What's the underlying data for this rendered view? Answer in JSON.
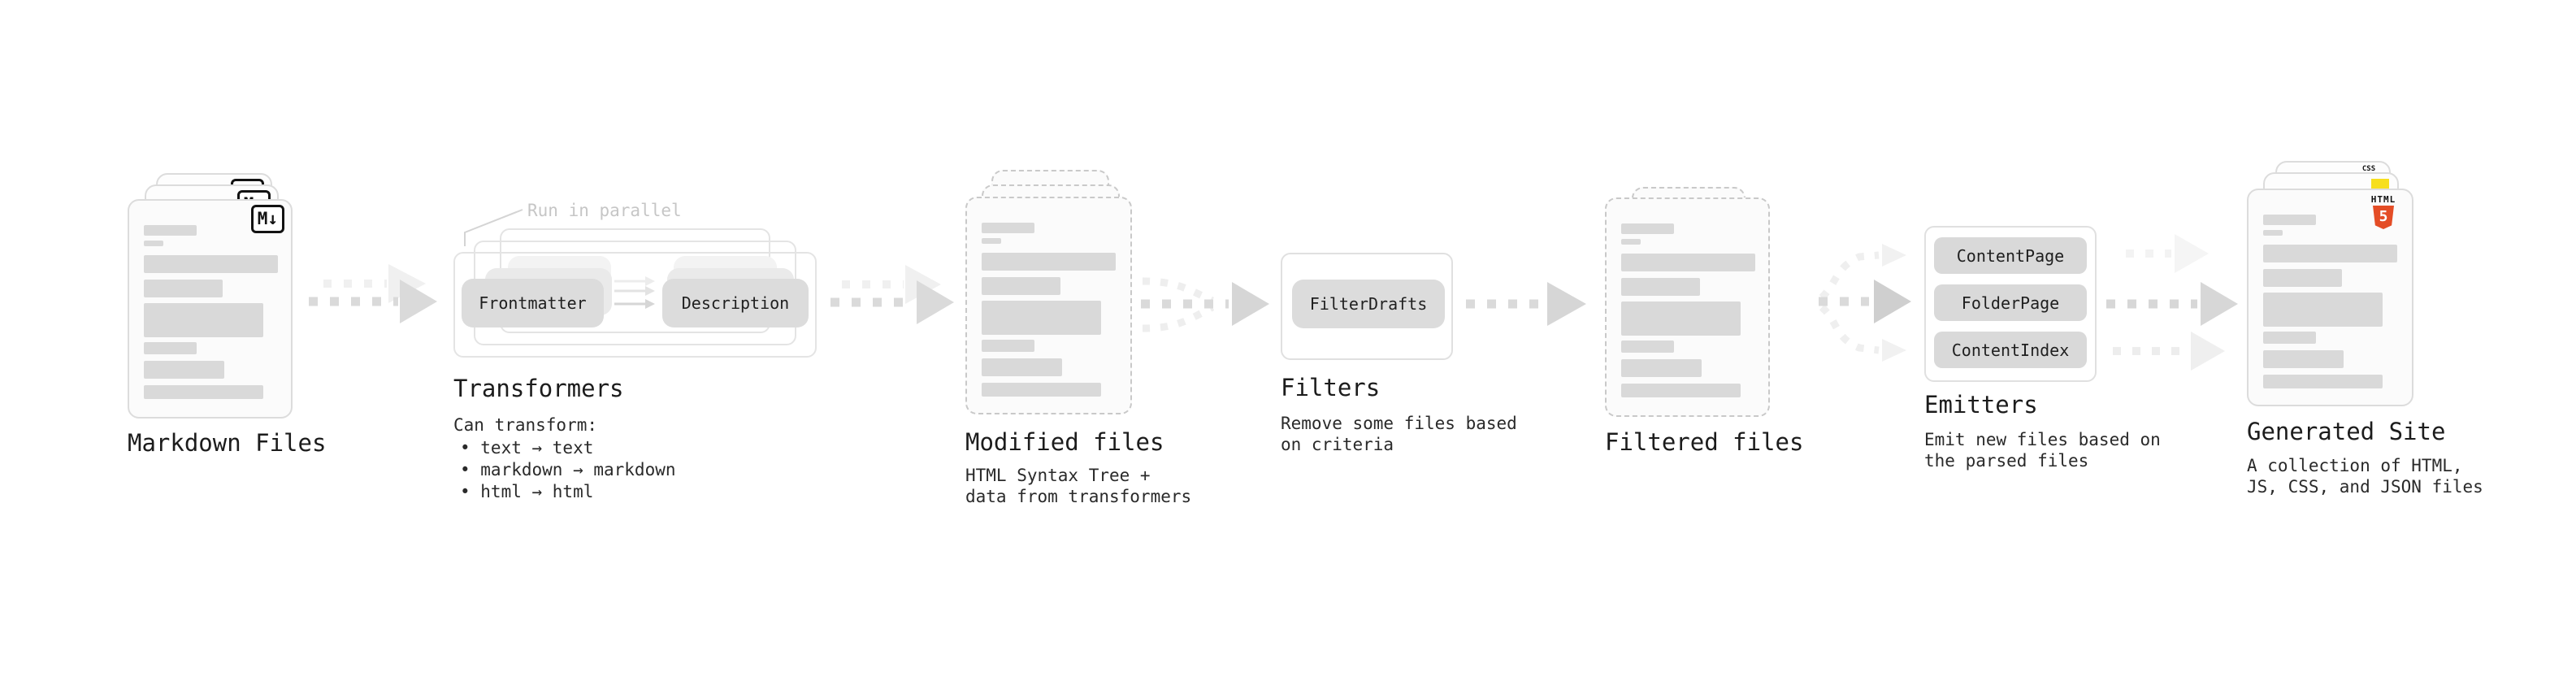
{
  "diagram": {
    "nodes": {
      "markdown_files": {
        "label": "Markdown Files",
        "badge_icon": "M↓"
      },
      "transformers": {
        "label": "Transformers",
        "annotation": "Run in parallel",
        "transformer1": "Frontmatter",
        "transformer2": "Description",
        "desc_title": "Can transform:",
        "bullet1": "• text → text",
        "bullet2": "• markdown → markdown",
        "bullet3": "• html → html"
      },
      "modified_files": {
        "label": "Modified files",
        "desc_line1": "HTML Syntax Tree +",
        "desc_line2": "data from transformers"
      },
      "filters": {
        "label": "Filters",
        "filter1": "FilterDrafts",
        "desc_line1": "Remove some files based",
        "desc_line2": "on criteria"
      },
      "filtered_files": {
        "label": "Filtered files"
      },
      "emitters": {
        "label": "Emitters",
        "emitter1": "ContentPage",
        "emitter2": "FolderPage",
        "emitter3": "ContentIndex",
        "desc_line1": "Emit new files based on",
        "desc_line2": "the parsed files"
      },
      "generated_site": {
        "label": "Generated Site",
        "desc_line1": "A collection of HTML,",
        "desc_line2": "JS, CSS, and JSON files",
        "html5_icon_word": "HTML",
        "html5_icon_number": "5",
        "css_icon_word": "CSS"
      }
    },
    "colors": {
      "html5_orange": "#e44d26",
      "js_yellow": "#f7df1e",
      "css_blue": "#2965f1",
      "placeholder_bar_gray": "#d9d9d9",
      "pill_gray": "#dcdcdc",
      "arrow_gray": "#dadada",
      "faint_arrow_gray": "#f0f0f0",
      "dashed_border_gray": "#c9c9c9",
      "text_dark": "#1c1c1c",
      "annotation_gray": "#c6c6c6"
    }
  }
}
